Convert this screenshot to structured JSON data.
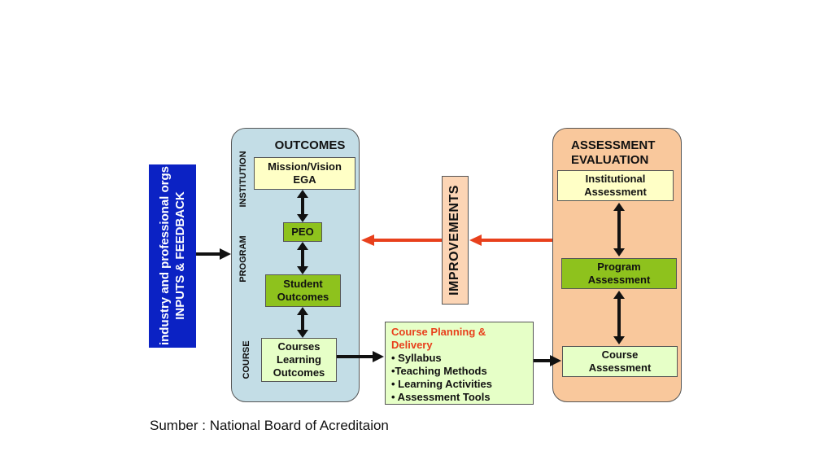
{
  "inputs": {
    "line1": "industry and professional orgs",
    "line2": "INPUTS & FEEDBACK"
  },
  "outcomes": {
    "title": "OUTCOMES",
    "side_labels": {
      "institution": "INSTITUTION",
      "program": "PROGRAM",
      "course": "COURSE"
    },
    "mission": {
      "line1": "Mission/Vision",
      "line2": "EGA"
    },
    "peo": "PEO",
    "student": {
      "line1": "Student",
      "line2": "Outcomes"
    },
    "courses": {
      "line1": "Courses",
      "line2": "Learning",
      "line3": "Outcomes"
    }
  },
  "improvements": "IMPROVEMENTS",
  "assessment": {
    "title_line1": "ASSESSMENT",
    "title_line2": "EVALUATION",
    "institutional": {
      "line1": "Institutional",
      "line2": "Assessment"
    },
    "program": {
      "line1": "Program",
      "line2": "Assessment"
    },
    "course": {
      "line1": "Course",
      "line2": "Assessment"
    }
  },
  "planning": {
    "title_line1": "Course Planning &",
    "title_line2": "Delivery",
    "items": [
      "• Syllabus",
      "•Teaching Methods",
      "• Learning Activities",
      "• Assessment Tools"
    ]
  },
  "source": "Sumber : National Board of Acreditaion",
  "colors": {
    "inputs_bg": "#0b22c4",
    "outcomes_panel": "#c3dde6",
    "assessment_panel": "#f9c89c",
    "improvements_bg": "#fcd5b5",
    "improvement_arrow": "#e8401c",
    "planning_title": "#e8401c"
  }
}
